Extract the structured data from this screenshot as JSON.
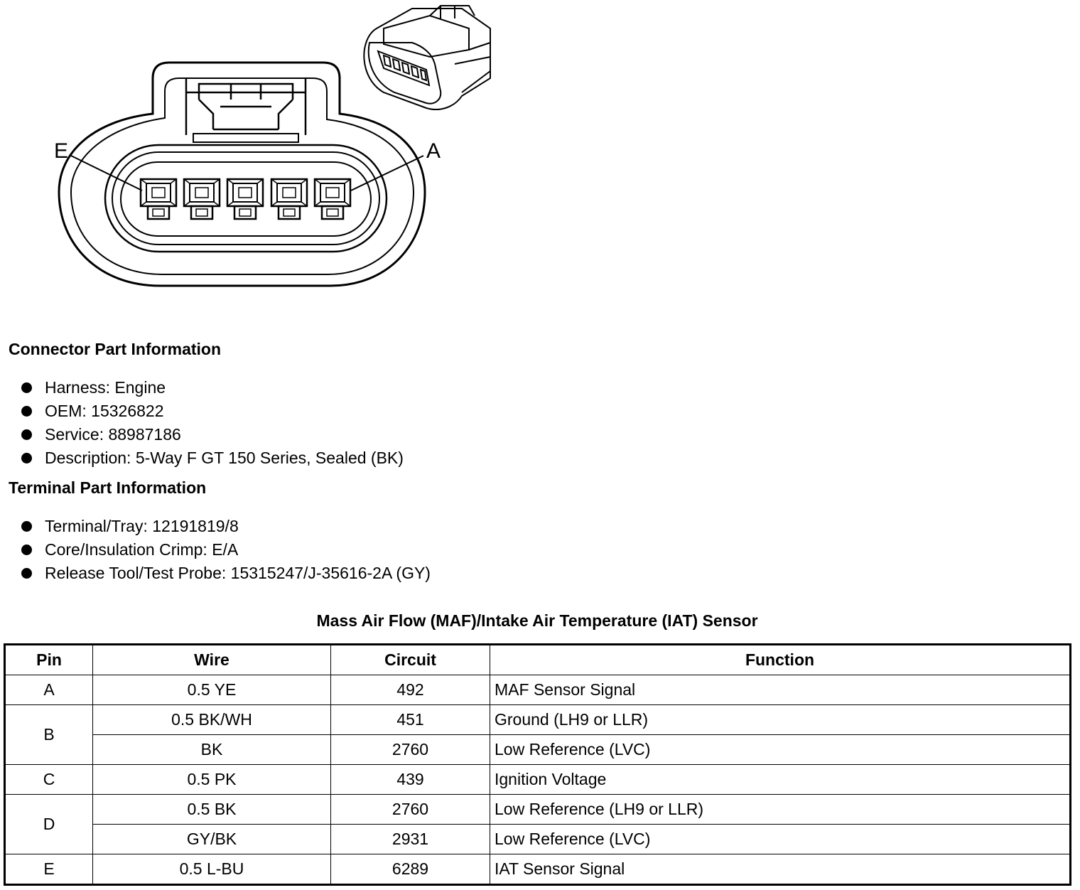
{
  "diagram": {
    "pin_left_label": "E",
    "pin_right_label": "A"
  },
  "connector_info": {
    "heading": "Connector Part Information",
    "items": [
      "Harness: Engine",
      "OEM: 15326822",
      "Service: 88987186",
      "Description: 5-Way F GT 150 Series, Sealed (BK)"
    ]
  },
  "terminal_info": {
    "heading": "Terminal Part Information",
    "items": [
      "Terminal/Tray: 12191819/8",
      "Core/Insulation Crimp: E/A",
      "Release Tool/Test Probe: 15315247/J-35616-2A (GY)"
    ]
  },
  "table": {
    "title": "Mass Air Flow (MAF)/Intake Air Temperature (IAT) Sensor",
    "headers": [
      "Pin",
      "Wire",
      "Circuit",
      "Function"
    ],
    "rows": [
      {
        "pin": "A",
        "wire": "0.5 YE",
        "circuit": "492",
        "function": "MAF Sensor Signal"
      },
      {
        "pin": "B",
        "wire": "0.5 BK/WH",
        "circuit": "451",
        "function": "Ground (LH9 or LLR)"
      },
      {
        "pin": "",
        "wire": "BK",
        "circuit": "2760",
        "function": "Low Reference (LVC)"
      },
      {
        "pin": "C",
        "wire": "0.5 PK",
        "circuit": "439",
        "function": "Ignition Voltage"
      },
      {
        "pin": "D",
        "wire": "0.5 BK",
        "circuit": "2760",
        "function": "Low Reference (LH9 or LLR)"
      },
      {
        "pin": "",
        "wire": "GY/BK",
        "circuit": "2931",
        "function": "Low Reference (LVC)"
      },
      {
        "pin": "E",
        "wire": "0.5 L-BU",
        "circuit": "6289",
        "function": "IAT Sensor Signal"
      }
    ]
  }
}
